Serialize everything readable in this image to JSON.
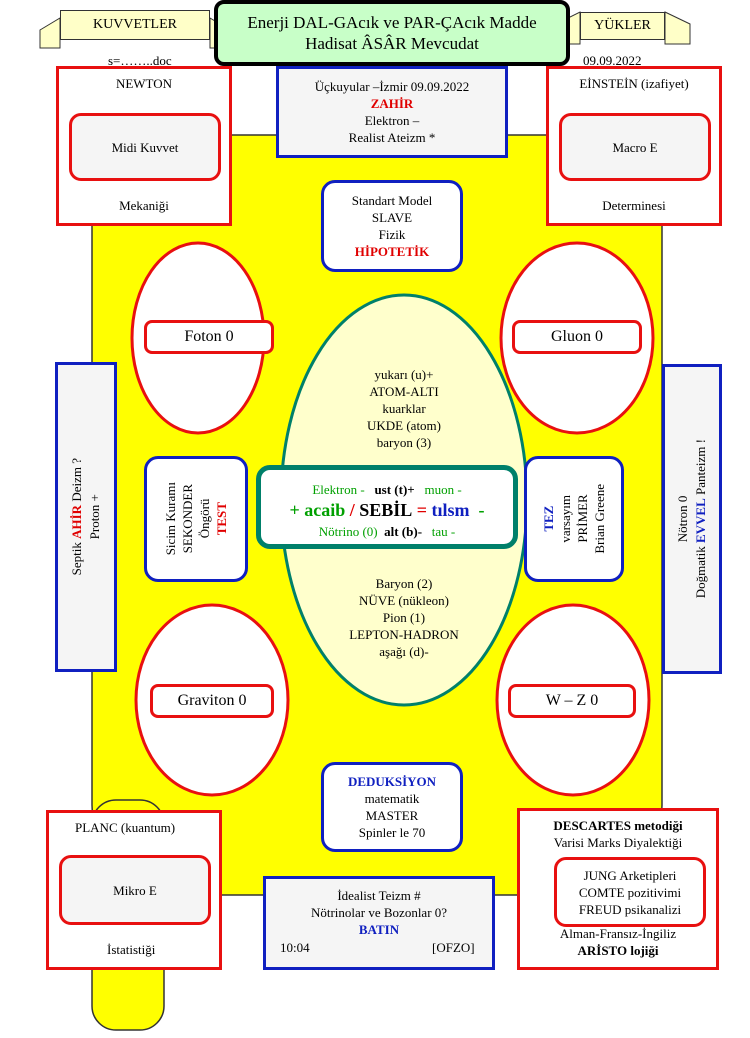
{
  "header": {
    "title_line1": "Enerji DAL-GAcık ve PAR-ÇAcık Madde",
    "title_line2": "Hadisat ÂSÂR  Mevcudat",
    "left_ribbon": "KUVVETLER",
    "right_ribbon": "YÜKLER",
    "file_name": "s=……..doc",
    "date_right": "09.09.2022"
  },
  "top_center": {
    "line1": "Üçkuyular –İzmir     09.09.2022",
    "line2": "ZAHİR",
    "line3": "Elektron –",
    "line4": "Realist Ateizm  *"
  },
  "newton": {
    "title": "NEWTON",
    "inner": "Midi  Kuvvet",
    "bottom": "Mekaniği"
  },
  "einstein": {
    "title": "EİNSTEİN (izafiyet)",
    "inner": "Macro E",
    "bottom": "Determinesi"
  },
  "standard_model": {
    "line1": "Standart Model",
    "line2": "SLAVE",
    "line3": "Fizik",
    "line4": "HİPOTETİK"
  },
  "ovals": {
    "foton": "Foton 0",
    "gluon": "Gluon 0",
    "graviton": "Graviton 0",
    "wz": "W – Z 0"
  },
  "center_upper": [
    "yukarı (u)+",
    "ATOM-ALTI",
    "kuarklar",
    "UKDE (atom)",
    "baryon (3)"
  ],
  "center_lower": [
    "Baryon (2)",
    "NÜVE (nükleon)",
    "Pion (1)",
    "LEPTON-HADRON",
    "aşağı (d)-"
  ],
  "center_box": {
    "row1_a": "Elektron -",
    "row1_b": "ust (t)+",
    "row1_c": "muon -",
    "row2_a": "+ acaib",
    "row2_b": "/",
    "row2_c": "SEBİL",
    "row2_d": "=",
    "row2_e": "tılsm",
    "row2_f": "-",
    "row3_a": "Nötrino (0)",
    "row3_b": "alt (b)-",
    "row3_c": "tau -"
  },
  "left_side": {
    "line1_a": "Septik ",
    "line1_b": "AHİR",
    "line1_c": " Deizm ?",
    "line2": "Proton +"
  },
  "right_side": {
    "line1": "Nötron 0",
    "line2_a": "Doğmatik ",
    "line2_b": "EVVEL",
    "line2_c": " Panteizm !"
  },
  "sicim": {
    "line1": "Sicim Kuramı",
    "line2": "SEKONDER",
    "line3": "Öngörü",
    "line4": "TEST"
  },
  "tez": {
    "line1": "TEZ",
    "line2": "varsayım",
    "line3": "PRİMER",
    "line4": "Brian Greene"
  },
  "deduksiyon": {
    "line1": "DEDUKSİYON",
    "line2": "matematik",
    "line3": "MASTER",
    "line4": "Spinler  le 70"
  },
  "planc": {
    "title": "PLANC (kuantum)",
    "inner": "Mikro  E",
    "bottom": "İstatistiği"
  },
  "bottom_center": {
    "line1": "İdealist Teizm #",
    "line2": "Nötrinolar  ve Bozonlar  0?",
    "line3": "BATIN",
    "time": "10:04",
    "code": "[OFZO]"
  },
  "descartes": {
    "line1": "DESCARTES metodiği",
    "line2": "Varisi Marks Diyalektiği",
    "inner1": "JUNG Arketipleri",
    "inner2": "COMTE pozitivimi",
    "inner3": "FREUD psikanalizi",
    "line3": "Alman-Fransız-İngiliz",
    "line4": "ARİSTO lojiği"
  }
}
